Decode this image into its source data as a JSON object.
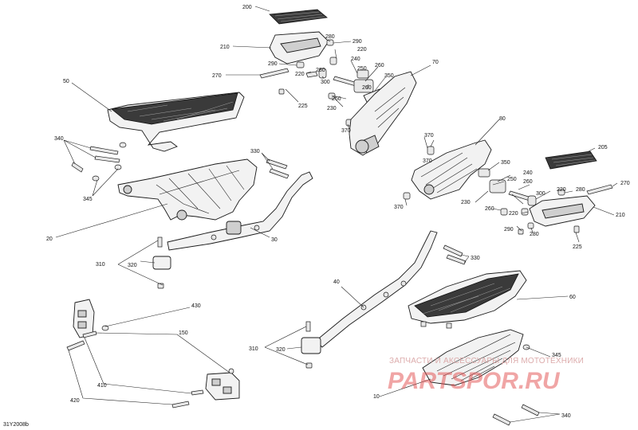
{
  "labels": {
    "l10": "10",
    "l20": "20",
    "l30": "30",
    "l40": "40",
    "l50": "50",
    "l60": "60",
    "l70": "70",
    "l80": "80",
    "l150": "150",
    "l200": "200",
    "l205": "205",
    "l210a": "210",
    "l210b": "210",
    "l220a": "220",
    "l220b": "220",
    "l225a": "225",
    "l225b": "225",
    "l230a": "230",
    "l230b": "230",
    "l240a": "240",
    "l240b": "240",
    "l250a": "250",
    "l250b": "250",
    "l260a": "260",
    "l260b": "260",
    "l260c": "260",
    "l260d": "260",
    "l270a": "270",
    "l270b": "270",
    "l280a": "280",
    "l280b": "280",
    "l280c": "280",
    "l290a": "290",
    "l290b": "290",
    "l300a": "300",
    "l300b": "300",
    "l310a": "310",
    "l310b": "310",
    "l320a": "320",
    "l320b": "320",
    "l330a": "330",
    "l330b": "330",
    "l340a": "340",
    "l340b": "340",
    "l345a": "345",
    "l345b": "345",
    "l350a": "350",
    "l350b": "350",
    "l370a": "370",
    "l370b": "370",
    "l370c": "370",
    "l370d": "370",
    "l410": "410",
    "l420": "420",
    "l430": "430"
  },
  "watermark": {
    "text_ru": "ЗАПЧАСТИ И АКСЕССУАРЫ ДЛЯ МОТОТЕХНИКИ",
    "logo": "PARTSPOR.RU"
  },
  "doc_id": "31Y2008b"
}
